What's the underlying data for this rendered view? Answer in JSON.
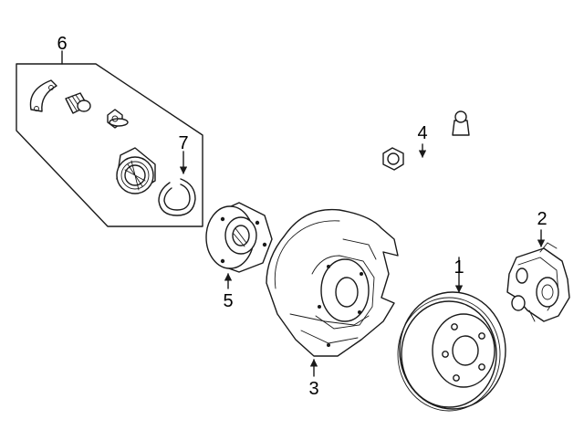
{
  "colors": {
    "line": "#1a1a1a",
    "background": "#ffffff"
  },
  "callouts": [
    {
      "id": "rotor",
      "number": "1"
    },
    {
      "id": "caliper",
      "number": "2"
    },
    {
      "id": "splash-shield",
      "number": "3"
    },
    {
      "id": "brake-hose",
      "number": "4"
    },
    {
      "id": "hub",
      "number": "5"
    },
    {
      "id": "bearing-kit",
      "number": "6"
    },
    {
      "id": "snap-ring",
      "number": "7"
    }
  ]
}
